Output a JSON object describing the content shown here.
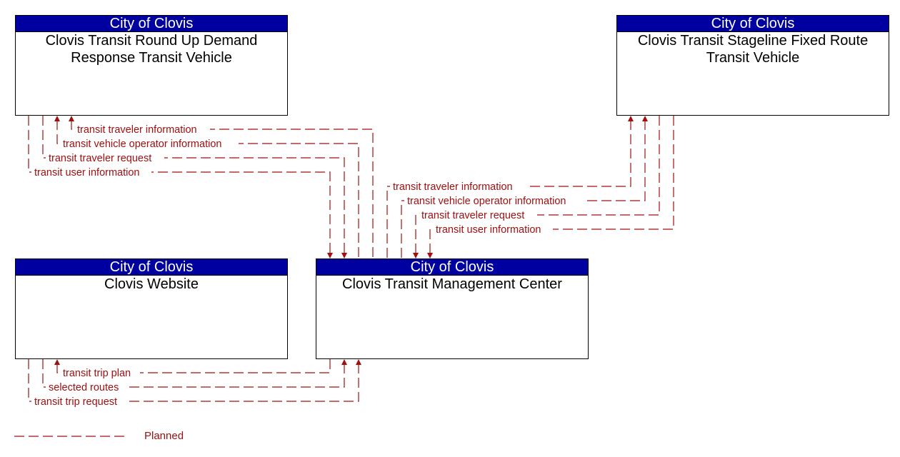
{
  "colors": {
    "header_bg": "#0000a0",
    "flow": "#a01010",
    "border": "#000000"
  },
  "nodes": {
    "roundup": {
      "owner": "City of Clovis",
      "title": "Clovis Transit Round Up Demand Response Transit Vehicle"
    },
    "stageline": {
      "owner": "City of Clovis",
      "title": "Clovis Transit Stageline Fixed Route Transit Vehicle"
    },
    "website": {
      "owner": "City of Clovis",
      "title": "Clovis Website"
    },
    "tmc": {
      "owner": "City of Clovis",
      "title": "Clovis Transit Management Center"
    }
  },
  "flows": {
    "roundup_tmc": [
      {
        "label": "transit traveler information",
        "direction": "to-vehicle"
      },
      {
        "label": "transit vehicle operator information",
        "direction": "to-vehicle"
      },
      {
        "label": "transit traveler request",
        "direction": "to-center"
      },
      {
        "label": "transit user information",
        "direction": "to-center"
      }
    ],
    "stageline_tmc": [
      {
        "label": "transit traveler information",
        "direction": "to-vehicle"
      },
      {
        "label": "transit vehicle operator information",
        "direction": "to-vehicle"
      },
      {
        "label": "transit traveler request",
        "direction": "to-center"
      },
      {
        "label": "transit user information",
        "direction": "to-center"
      }
    ],
    "website_tmc": [
      {
        "label": "transit trip plan",
        "direction": "to-website"
      },
      {
        "label": "selected routes",
        "direction": "to-center"
      },
      {
        "label": "transit trip request",
        "direction": "to-center"
      }
    ]
  },
  "legend": {
    "label": "Planned"
  }
}
